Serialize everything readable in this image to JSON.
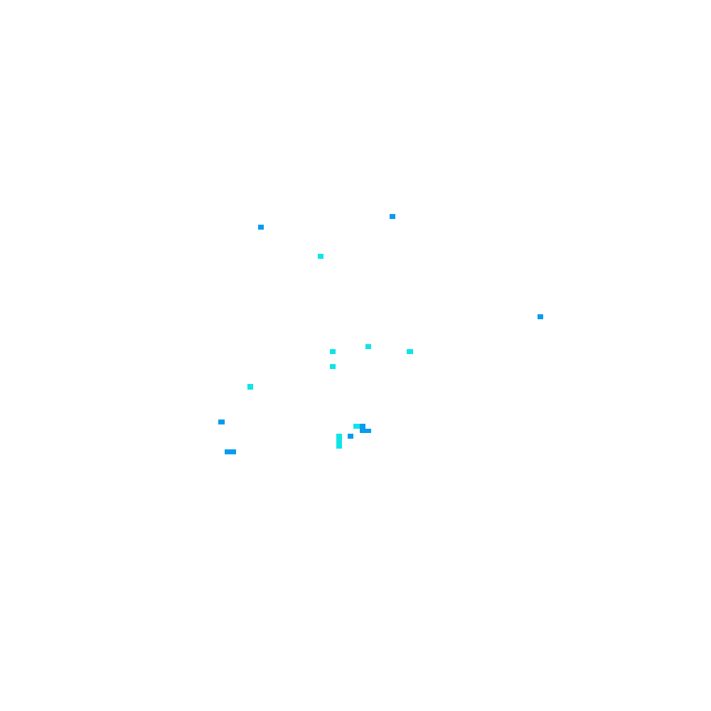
{
  "colors": {
    "background": "#ffffff",
    "blue": "#0a9bf0",
    "cyan": "#10e4e8"
  },
  "pixel_groups": [
    {
      "name": "blue-square",
      "color": "blue"
    },
    {
      "name": "cyan-square",
      "color": "cyan"
    }
  ]
}
